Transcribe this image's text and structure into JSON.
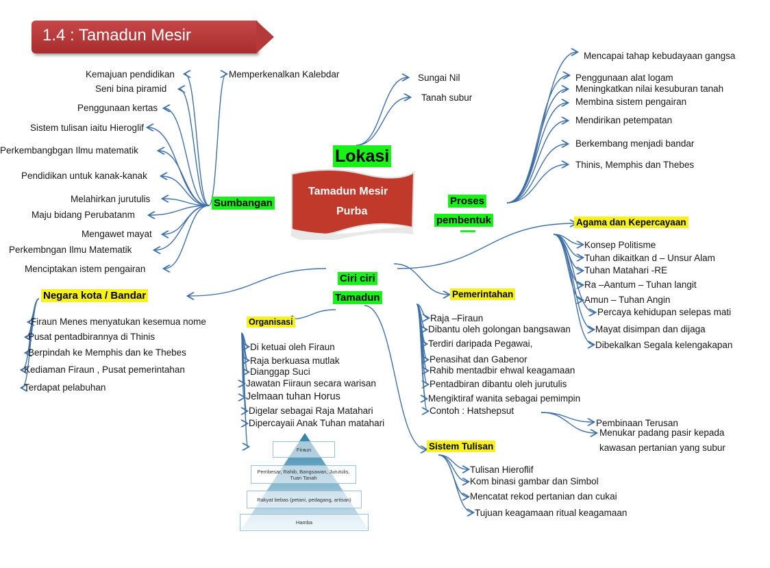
{
  "title": "1.4 : Tamadun Mesir",
  "center": {
    "label_line1": "Tamadun Mesir",
    "label_line2": "Purba"
  },
  "colors": {
    "title_banner": "#b83a3a",
    "center_banner": "#c0392b",
    "green_highlight": "#19f219",
    "yellow_highlight": "#f8f21a",
    "connector": "#3f6fa8"
  },
  "lokasi": {
    "heading": "Lokasi",
    "items": [
      "Sungai Nil",
      "Tanah subur"
    ]
  },
  "proses": {
    "heading_line1": "Proses",
    "heading_line2": "pembentuk",
    "items": [
      "Mencapai tahap kebudayaan gangsa",
      "Penggunaan alat logam",
      "Meningkatkan nilai kesuburan tanah",
      "Membina sistem pengairan",
      "Mendirikan petempatan",
      "Berkembang menjadi bandar",
      "Thinis, Memphis dan Thebes"
    ]
  },
  "sumbangan": {
    "heading": "Sumbangan",
    "items": [
      "Kemajuan pendidikan",
      "Memperkenalkan Kalebdar",
      "Seni bina  piramid",
      "Penggunaan kertas",
      "Sistem tulisan  iaitu Hieroglif",
      "Perkembangbgan Ilmu  matematik",
      "Pendidikan untuk kanak-kanak",
      "Melahirkan jurutulis",
      "Maju bidang Perubatanm",
      "Mengawet mayat",
      "Perkembngan Ilmu Matematik",
      "Menciptakan istem pengairan"
    ]
  },
  "ciri": {
    "heading_line1": "Ciri ciri",
    "heading_line2": "Tamadun"
  },
  "negara": {
    "heading": "Negara kota / Bandar",
    "items": [
      "Firaun Menes menyatukan kesemua nome",
      "Pusat pentadbirannya di Thinis",
      "Berpindah ke Memphis dan ke Thebes",
      "Kediaman Firaun , Pusat pemerintahan",
      "Terdapat pelabuhan"
    ]
  },
  "organisasi": {
    "heading": "Organisasi",
    "items": [
      "Di ketuai oleh Firaun",
      "Raja berkuasa mutlak",
      "Dianggap Suci",
      "Jawatan Fiiraun secara warisan",
      "Jelmaan tuhan Horus",
      "Digelar sebagai Raja Matahari",
      "Dipercayaii Anak Tuhan matahari"
    ],
    "pyramid": [
      "Firaun",
      "Pembesar, Rahib, Bangsawan, Jurutulis, Tuan Tanah",
      "Rakyat bebas (petani, pedagang, artisan)",
      "Hamba"
    ]
  },
  "agama": {
    "heading": "Agama dan Kepercayaan",
    "items": [
      "Konsep Politisme",
      "Tuhan dikaitkan d – Unsur Alam",
      "Tuhan Matahari -RE",
      "Ra –Aantum – Tuhan langit",
      "Amun – Tuhan Angin",
      "Percaya kehidupan selepas mati",
      "Mayat disimpan dan dijaga",
      "Dibekalkan Segala kelengakapan"
    ]
  },
  "pemerintahan": {
    "heading": "Pemerintahan",
    "items": [
      "Raja –Firaun",
      "Dibantu oleh golongan bangsawan",
      "Terdiri daripada Pegawai,",
      "Penasihat dan Gabenor",
      "Rahib mentadbir ehwal keagamaan",
      "Pentadbiran dibantu oleh  jurutulis",
      "Mengiktiraf wanita sebagai pemimpin",
      "Contoh : Hatshepsut"
    ],
    "sub_items": [
      "Pembinaan Terusan",
      "Menukar padang pasir kepada",
      "kawasan pertanian yang subur"
    ]
  },
  "tulisan": {
    "heading": "Sistem Tulisan",
    "items": [
      "Tulisan Hieroflif",
      "Kom binasi gambar dan Simbol",
      "Mencatat rekod pertanian dan cukai",
      "Tujuan keagamaan  ritual keagamaan"
    ]
  }
}
